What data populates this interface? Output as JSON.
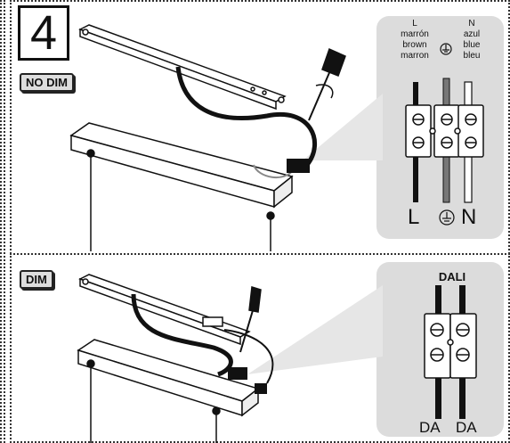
{
  "step_number": "4",
  "sections": {
    "no_dim": {
      "label": "NO DIM"
    },
    "dim": {
      "label": "DIM"
    }
  },
  "wiring_top": {
    "L_name": "L",
    "L_colors": [
      "marrón",
      "brown",
      "marron"
    ],
    "N_name": "N",
    "N_colors": [
      "azul",
      "blue",
      "bleu"
    ],
    "bottom_L": "L",
    "bottom_N": "N",
    "ground_icon": "ground-icon"
  },
  "wiring_bottom": {
    "title": "DALI",
    "left": "DA",
    "right": "DA"
  }
}
